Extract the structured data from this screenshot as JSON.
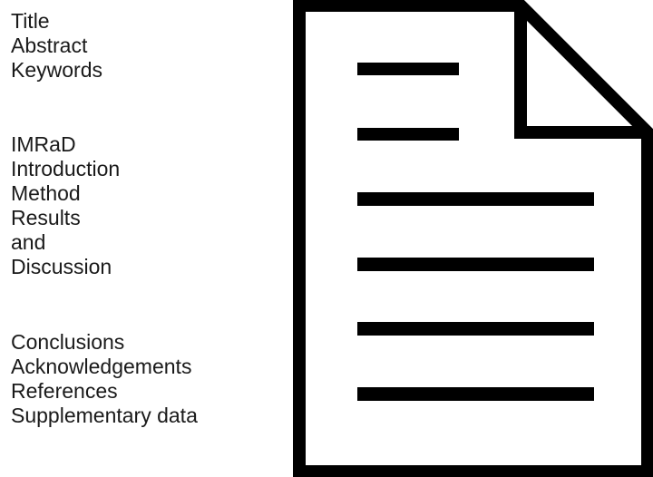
{
  "label_groups": [
    {
      "items": [
        "Title",
        "Abstract",
        "Keywords"
      ]
    },
    {
      "items": [
        "IMRaD",
        "Introduction",
        "Method",
        "Results",
        "and",
        "Discussion"
      ]
    },
    {
      "items": [
        "Conclusions",
        "Acknowledgements",
        "References",
        "Supplementary data"
      ]
    }
  ],
  "document_icon": {
    "icon": "document-icon",
    "line_count": 6,
    "stroke_color": "#000000",
    "fill_color": "#ffffff"
  }
}
